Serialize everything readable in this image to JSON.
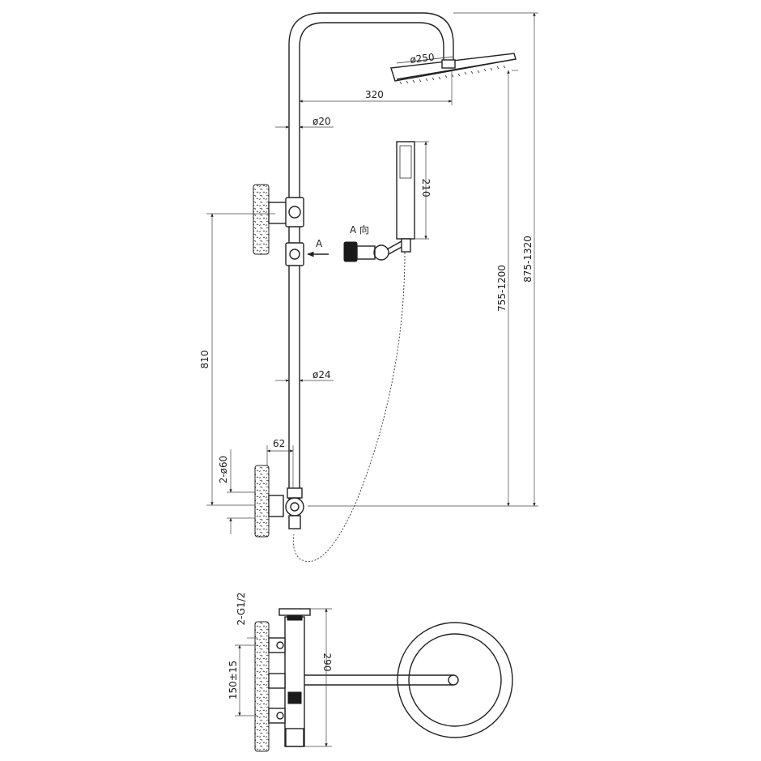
{
  "dimensions": {
    "head_diameter": "ø250",
    "arm_reach": "320",
    "upper_pipe_diameter": "ø20",
    "lower_pipe_diameter": "ø24",
    "handshower_length": "210",
    "bracket_spacing": "810",
    "mixer_offset": "62",
    "escutcheon_diameter": "2-ø60",
    "head_height_range": "755-1200",
    "overall_height_range": "875-1320",
    "inlet_thread": "2-G1/2",
    "inlet_spacing": "150±15",
    "mixer_length": "290"
  },
  "labels": {
    "view_marker": "A",
    "view_caption": "A  向",
    "view_arrow": "A"
  }
}
